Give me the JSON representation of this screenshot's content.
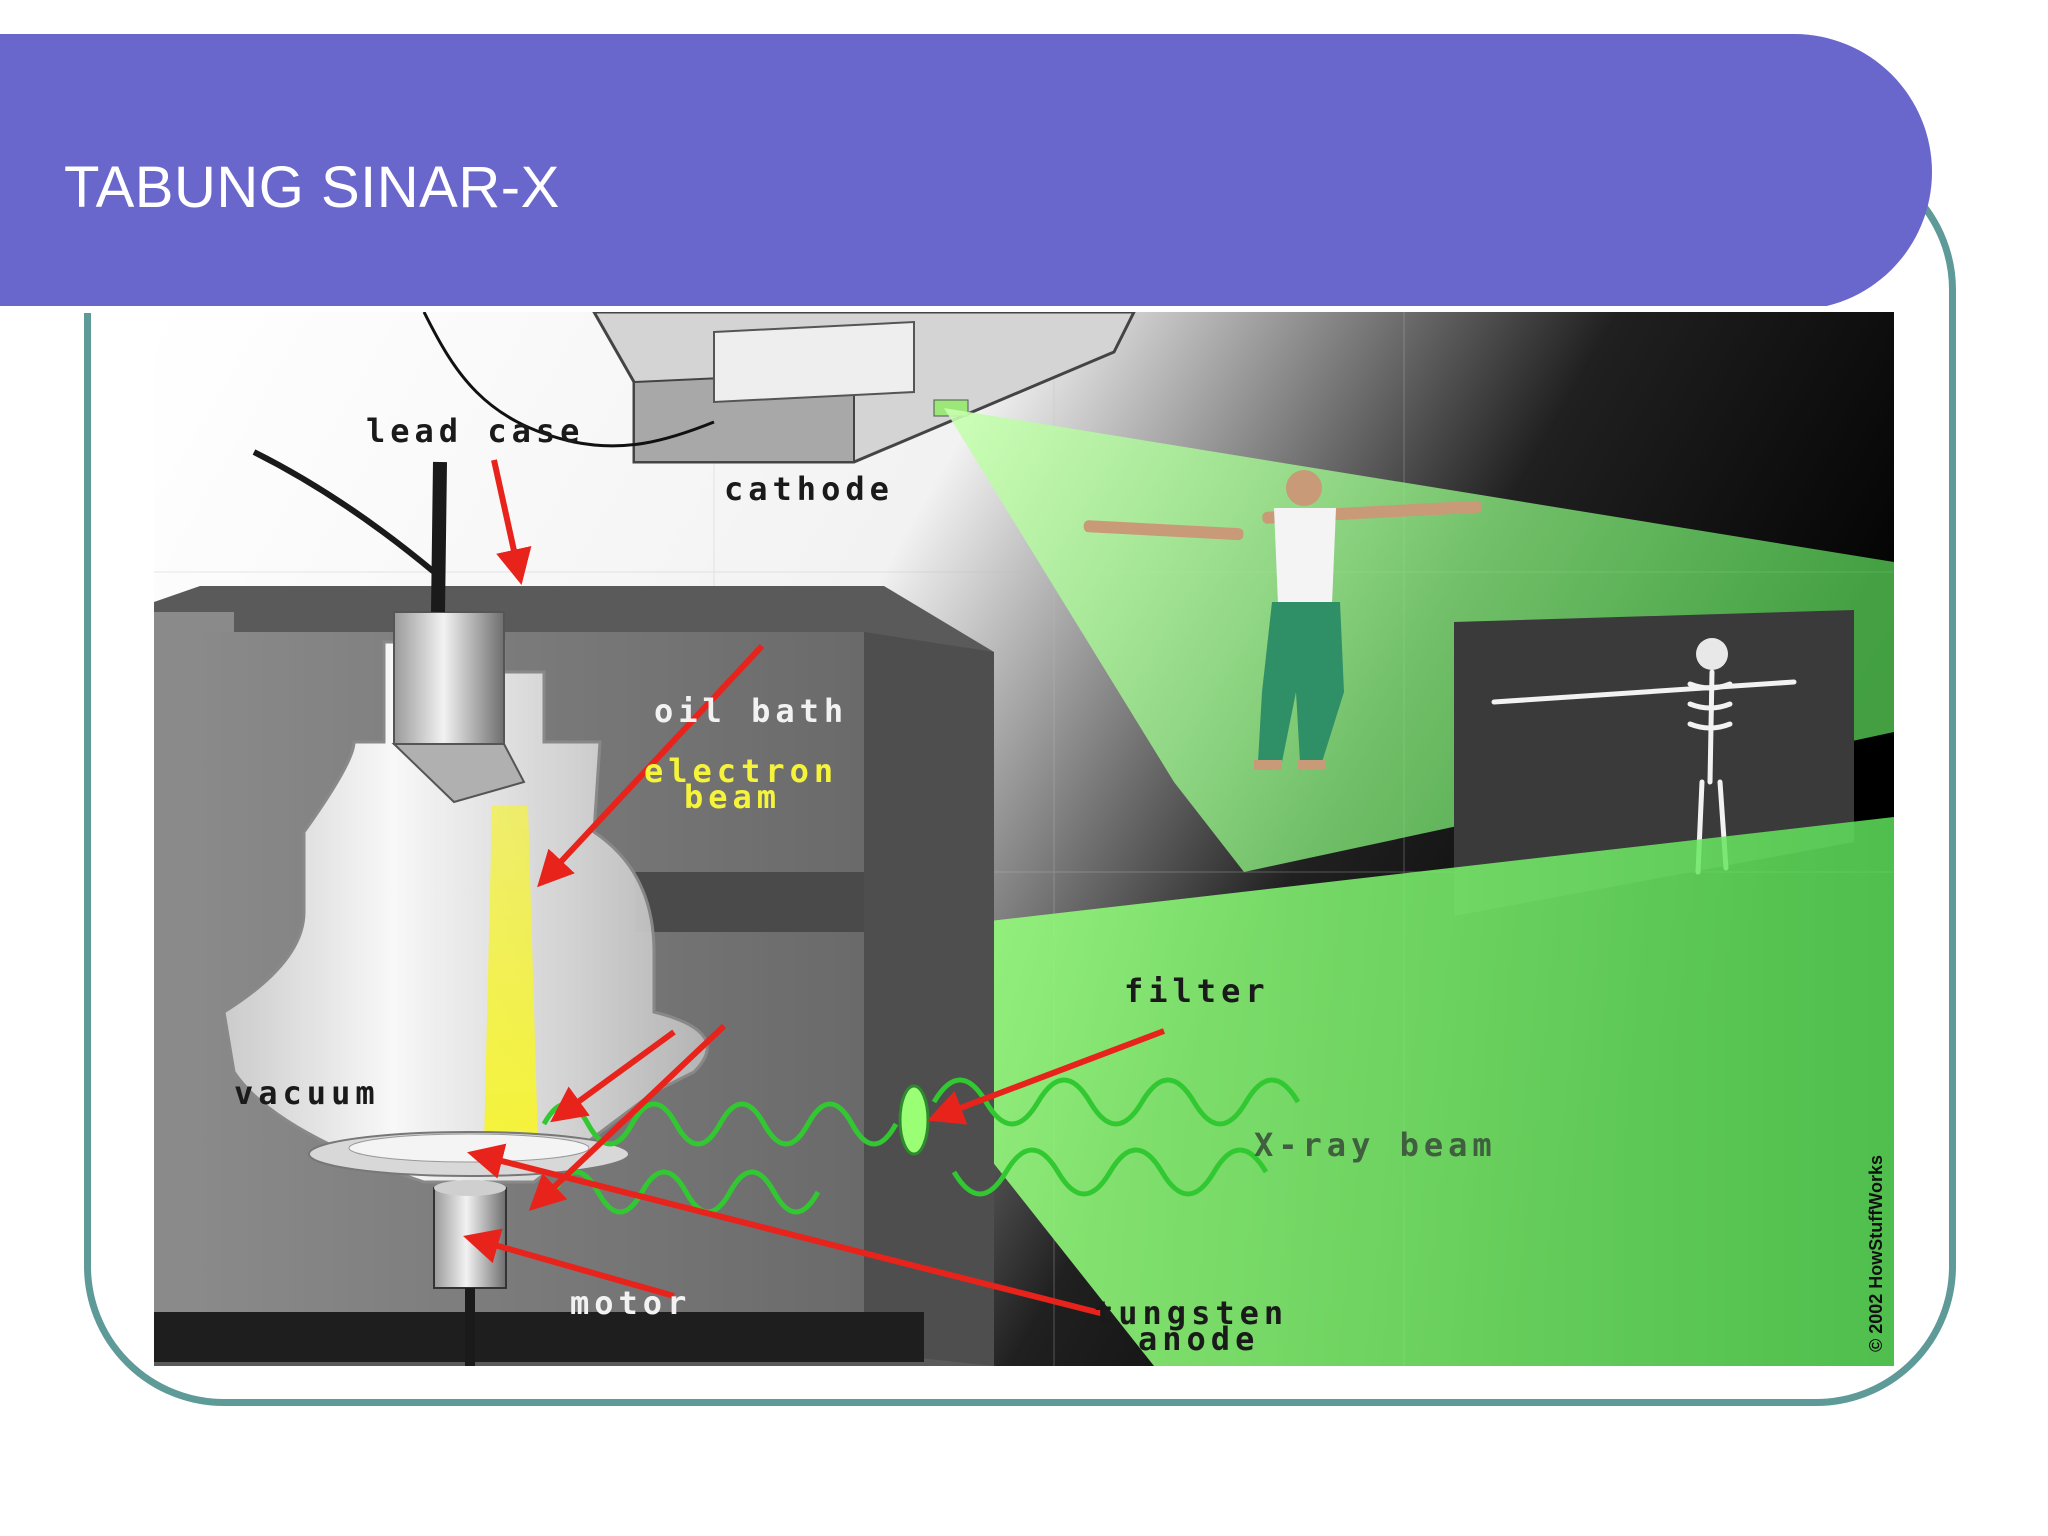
{
  "slide": {
    "title": "TABUNG SINAR-X"
  },
  "diagram": {
    "labels": {
      "lead_case": "lead case",
      "cathode": "cathode",
      "oil_bath": "oil bath",
      "electron_beam_1": "electron",
      "electron_beam_2": "beam",
      "filter": "filter",
      "vacuum": "vacuum",
      "xray_beam": "X-ray beam",
      "motor": "motor",
      "tungsten_1": "tungsten",
      "tungsten_2": "anode"
    },
    "copyright": "© 2002 HowStuffWorks"
  },
  "colors": {
    "header": "#6a67cc",
    "frame": "#5e9a98",
    "beam_green": "#5de05a",
    "electron_yellow": "#f5f33a",
    "arrow_red": "#e8231c"
  }
}
